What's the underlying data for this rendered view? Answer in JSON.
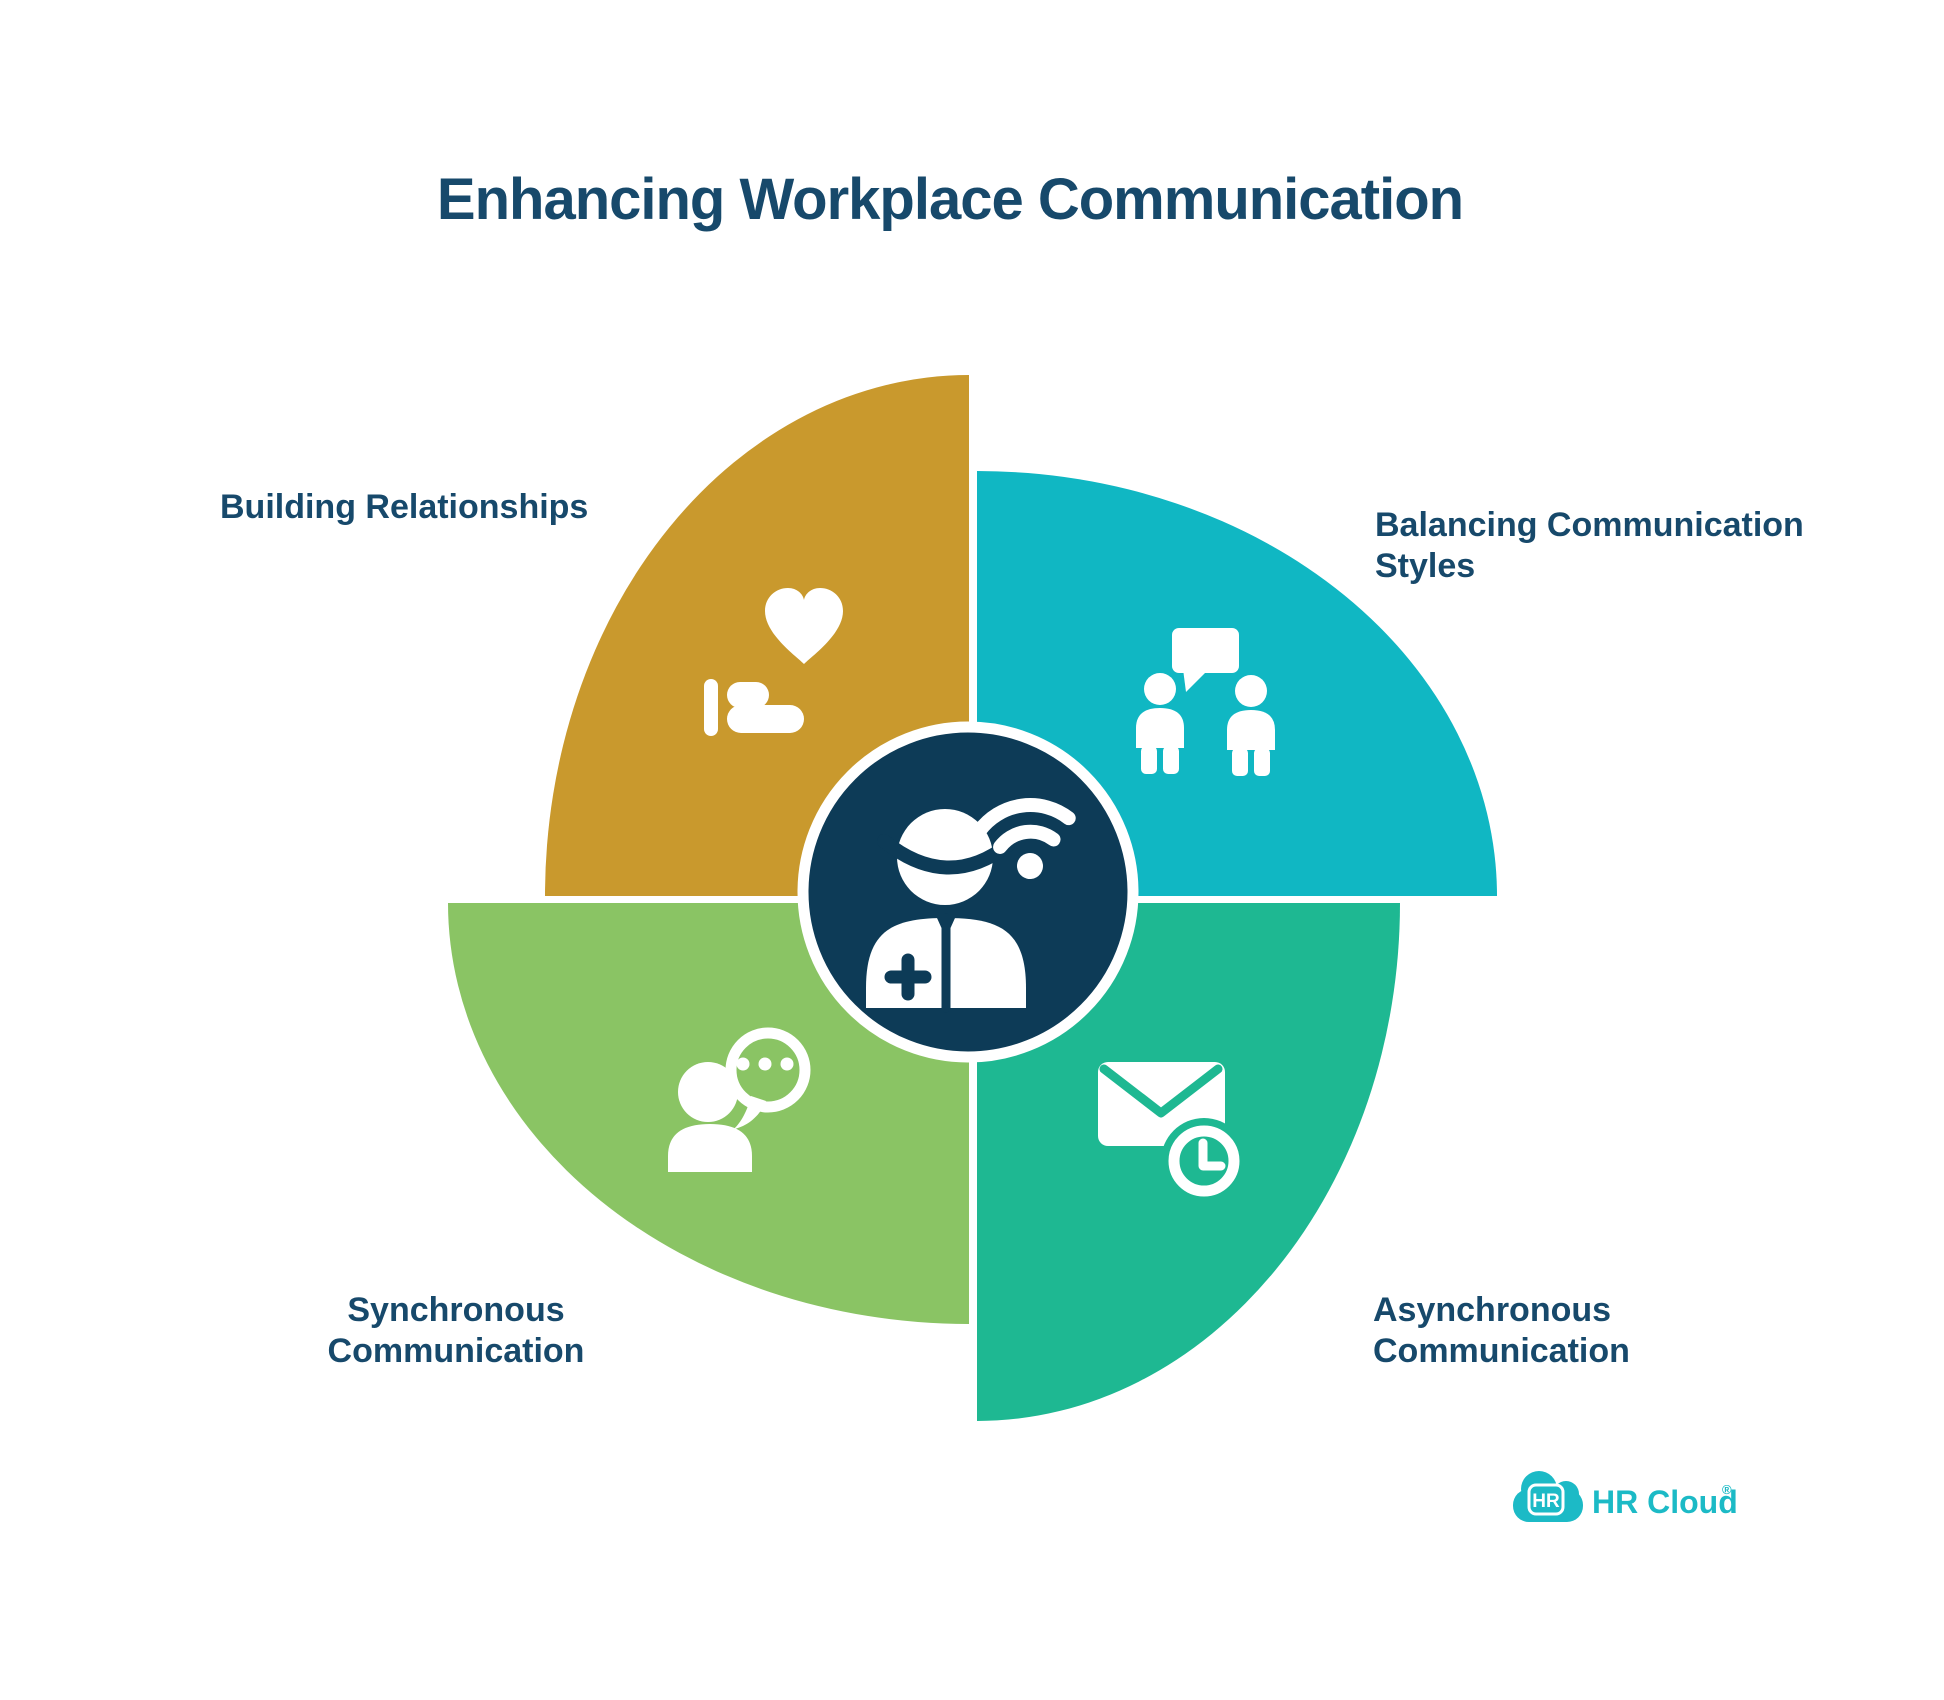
{
  "title": "Enhancing Workplace Communication",
  "labels": {
    "building": {
      "line1": "Building Relationships"
    },
    "balancing": {
      "line1": "Balancing Communication",
      "line2": "Styles"
    },
    "synchronous": {
      "line1": "Synchronous",
      "line2": "Communication"
    },
    "asynchronous": {
      "line1": "Asynchronous",
      "line2": "Communication"
    }
  },
  "quadrants": [
    {
      "name": "building-relationships",
      "label": "Building Relationships",
      "color": "#C9992D",
      "icon": "heart-in-hand-icon",
      "position": "top-left"
    },
    {
      "name": "balancing-communication-styles",
      "label": "Balancing Communication Styles",
      "color": "#10B7C3",
      "icon": "people-conversation-icon",
      "position": "top-right"
    },
    {
      "name": "synchronous-communication",
      "label": "Synchronous Communication",
      "color": "#8AC464",
      "icon": "person-speech-bubble-icon",
      "position": "bottom-left"
    },
    {
      "name": "asynchronous-communication",
      "label": "Asynchronous Communication",
      "color": "#1EB892",
      "icon": "envelope-clock-icon",
      "position": "bottom-right"
    }
  ],
  "center": {
    "icon": "healthcare-worker-wifi-icon"
  },
  "logo": {
    "badge": "HR",
    "wordmark": "HR Cloud",
    "registered": "®"
  },
  "colors": {
    "background": "#FFFFFF",
    "text_navy": "#17496B",
    "center_navy": "#0D3B57",
    "gold": "#C9992D",
    "teal": "#10B7C3",
    "green": "#8AC464",
    "teal_green": "#1EB892",
    "brand_teal": "#1CBAC6",
    "white": "#FFFFFF"
  }
}
